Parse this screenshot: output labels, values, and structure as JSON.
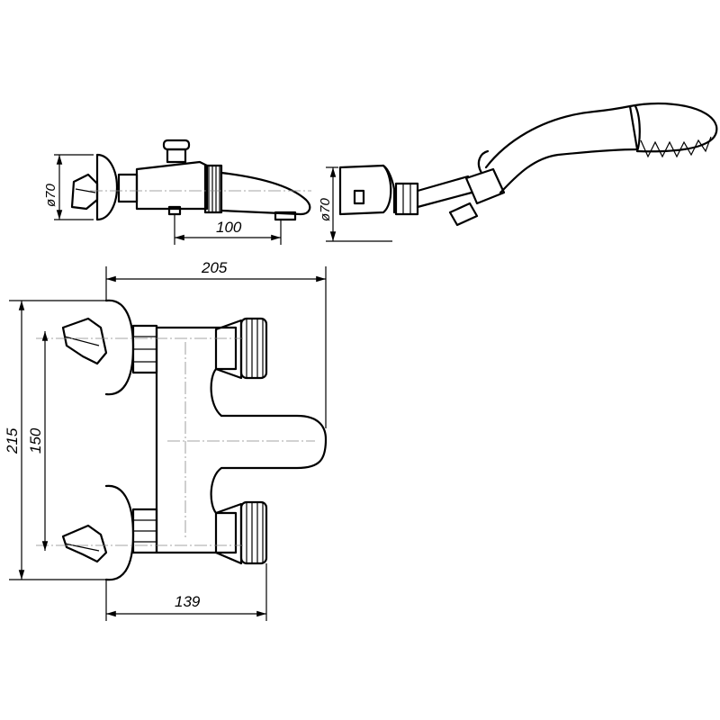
{
  "dimensions": {
    "top_diameter_left": "ø70",
    "spout_reach": "100",
    "top_diameter_right": "ø70",
    "overall_width": "205",
    "overall_height": "215",
    "center_distance": "150",
    "body_width": "139"
  }
}
